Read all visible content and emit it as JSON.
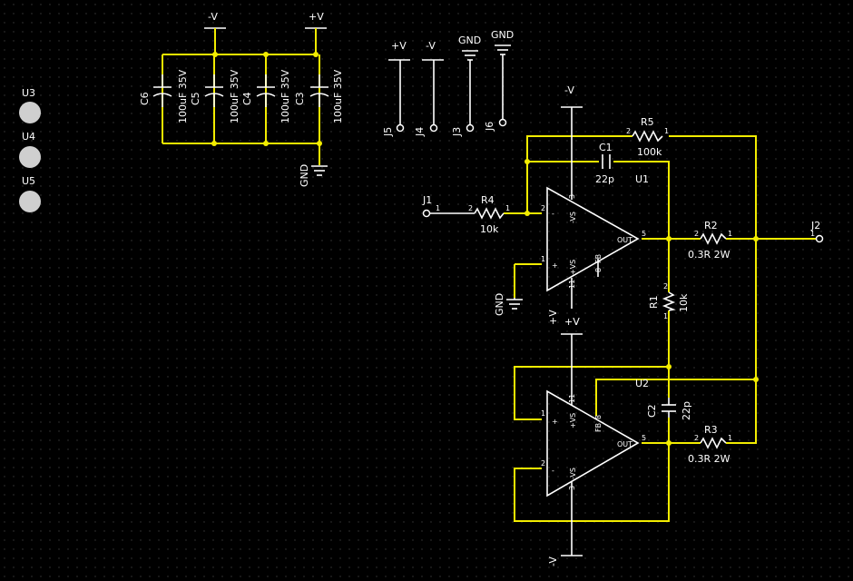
{
  "colors": {
    "background": "#000000",
    "wire": "#f2ec00",
    "symbol": "#ffffff",
    "grid_dot": "#3a3a3a",
    "hole": "#cfcfcf"
  },
  "mounting_holes": [
    "U3",
    "U4",
    "U5"
  ],
  "power_labels": {
    "neg_v": "-V",
    "pos_v": "+V",
    "gnd": "GND"
  },
  "capacitors_decoupling": [
    {
      "ref": "C6",
      "value": "100uF 35V"
    },
    {
      "ref": "C5",
      "value": "100uF 35V"
    },
    {
      "ref": "C4",
      "value": "100uF 35V"
    },
    {
      "ref": "C3",
      "value": "100uF 35V"
    }
  ],
  "connectors": {
    "J5": {
      "ref": "J5",
      "net": "+V"
    },
    "J4": {
      "ref": "J4",
      "net": "-V"
    },
    "J3": {
      "ref": "J3",
      "net": "GND"
    },
    "J6": {
      "ref": "J6",
      "net": "GND"
    },
    "J1": {
      "ref": "J1"
    },
    "J2": {
      "ref": "J2"
    }
  },
  "resistors": {
    "R1": {
      "ref": "R1",
      "value": "10k"
    },
    "R2": {
      "ref": "R2",
      "value": "0.3R 2W"
    },
    "R3": {
      "ref": "R3",
      "value": "0.3R 2W"
    },
    "R4": {
      "ref": "R4",
      "value": "10k"
    },
    "R5": {
      "ref": "R5",
      "value": "100k"
    }
  },
  "capacitors_feedback": {
    "C1": {
      "ref": "C1",
      "value": "22p"
    },
    "C2": {
      "ref": "C2",
      "value": "22p"
    }
  },
  "opamps": {
    "U1": {
      "ref": "U1",
      "neg_in": "-",
      "pos_in": "+",
      "neg_supply": "-VS",
      "pos_supply": "+VS",
      "out": "OUT",
      "fb": "FB"
    },
    "U2": {
      "ref": "U2",
      "neg_in": "-",
      "pos_in": "+",
      "neg_supply": "-VS",
      "pos_supply": "+VS",
      "out": "OUT",
      "fb": "FB"
    }
  },
  "pin_numbers": {
    "one": "1",
    "two": "2",
    "three": "3",
    "four": "4",
    "five": "5",
    "eight": "8",
    "eleven": "11"
  }
}
